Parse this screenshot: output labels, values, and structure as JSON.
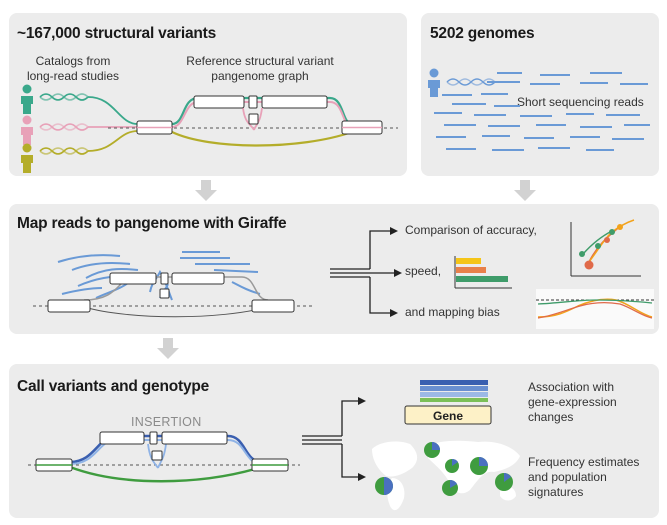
{
  "panel1": {
    "title": "~167,000 structural variants",
    "catalogs_label_line1": "Catalogs from",
    "catalogs_label_line2": "long-read studies",
    "graph_label_line1": "Reference structural variant",
    "graph_label_line2": "pangenome graph"
  },
  "panel2": {
    "title": "5202 genomes",
    "reads_label": "Short sequencing reads"
  },
  "panel3": {
    "title": "Map reads to pangenome with Giraffe",
    "accuracy_label": "Comparison of accuracy,",
    "speed_label": "speed,",
    "bias_label": "and mapping bias"
  },
  "panel4": {
    "title": "Call variants and genotype",
    "insertion_label": "INSERTION",
    "gene_label": "Gene",
    "association_line1": "Association with",
    "association_line2": "gene-expression",
    "association_line3": "changes",
    "frequency_line1": "Frequency estimates",
    "frequency_line2": "and population",
    "frequency_line3": "signatures"
  },
  "colors": {
    "teal": "#3aa88b",
    "pink": "#e8a1b8",
    "olive": "#b4ad2a",
    "blue": "#5a8fd0",
    "green": "#3f9c3f",
    "orange": "#f2a21b",
    "red": "#e06a4a",
    "panel": "#ececec"
  }
}
